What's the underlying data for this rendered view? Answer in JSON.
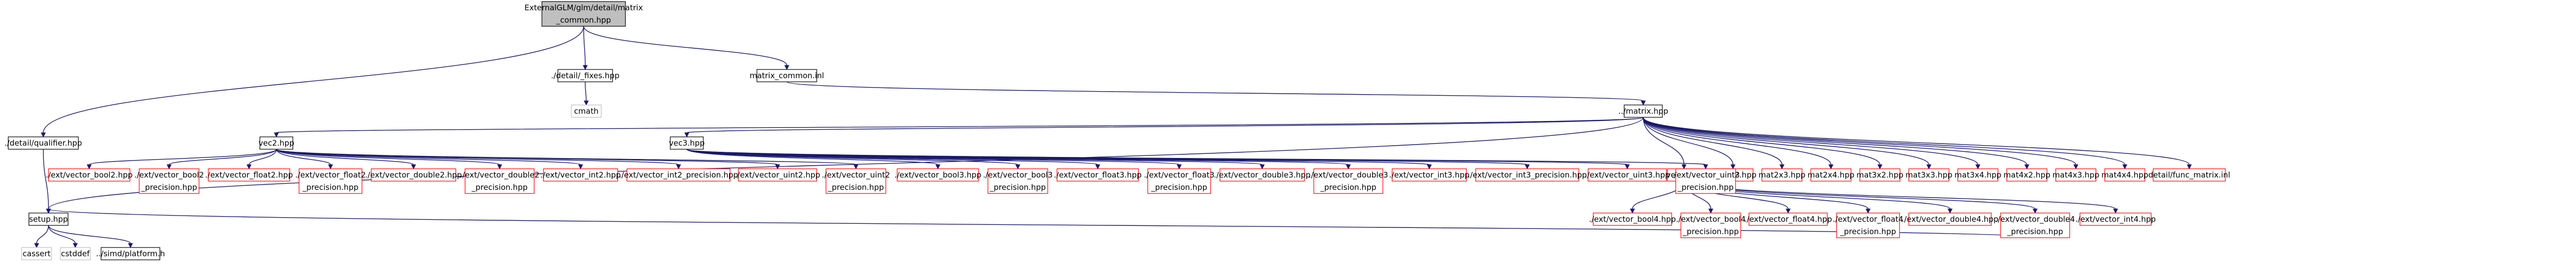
{
  "diagram": {
    "nodes": [
      {
        "id": "root",
        "lines": [
          "ExternalGLM/glm/detail/matrix",
          "_common.hpp"
        ],
        "style": "root"
      },
      {
        "id": "fixes",
        "lines": [
          "./detail/_fixes.hpp"
        ],
        "style": "black"
      },
      {
        "id": "cmath",
        "lines": [
          "cmath"
        ],
        "style": "grey"
      },
      {
        "id": "mcinl",
        "lines": [
          "matrix_common.inl"
        ],
        "style": "black"
      },
      {
        "id": "qualifier",
        "lines": [
          "./detail/qualifier.hpp"
        ],
        "style": "black"
      },
      {
        "id": "matrix",
        "lines": [
          "../matrix.hpp"
        ],
        "style": "black"
      },
      {
        "id": "setup",
        "lines": [
          "setup.hpp"
        ],
        "style": "black"
      },
      {
        "id": "cassert",
        "lines": [
          "cassert"
        ],
        "style": "grey"
      },
      {
        "id": "cstddef",
        "lines": [
          "cstddef"
        ],
        "style": "grey"
      },
      {
        "id": "platform",
        "lines": [
          "../simd/platform.h"
        ],
        "style": "black"
      },
      {
        "id": "vec2",
        "lines": [
          "vec2.hpp"
        ],
        "style": "black"
      },
      {
        "id": "vec3",
        "lines": [
          "vec3.hpp"
        ],
        "style": "black"
      },
      {
        "id": "vec4",
        "lines": [
          "vec4.hpp"
        ],
        "style": "red"
      },
      {
        "id": "m2x2",
        "lines": [
          "mat2x2.hpp"
        ],
        "style": "red"
      },
      {
        "id": "m2x3",
        "lines": [
          "mat2x3.hpp"
        ],
        "style": "red"
      },
      {
        "id": "m2x4",
        "lines": [
          "mat2x4.hpp"
        ],
        "style": "red"
      },
      {
        "id": "m3x2",
        "lines": [
          "mat3x2.hpp"
        ],
        "style": "red"
      },
      {
        "id": "m3x3",
        "lines": [
          "mat3x3.hpp"
        ],
        "style": "red"
      },
      {
        "id": "m3x4",
        "lines": [
          "mat3x4.hpp"
        ],
        "style": "red"
      },
      {
        "id": "m4x2",
        "lines": [
          "mat4x2.hpp"
        ],
        "style": "red"
      },
      {
        "id": "m4x3",
        "lines": [
          "mat4x3.hpp"
        ],
        "style": "red"
      },
      {
        "id": "m4x4",
        "lines": [
          "mat4x4.hpp"
        ],
        "style": "red"
      },
      {
        "id": "funcm",
        "lines": [
          "detail/func_matrix.inl"
        ],
        "style": "red"
      },
      {
        "id": "v2b2",
        "lines": [
          "./ext/vector_bool2.hpp"
        ],
        "style": "red"
      },
      {
        "id": "v2b2p",
        "lines": [
          "./ext/vector_bool2",
          "_precision.hpp"
        ],
        "style": "red"
      },
      {
        "id": "v2f2",
        "lines": [
          "./ext/vector_float2.hpp"
        ],
        "style": "red"
      },
      {
        "id": "v2f2p",
        "lines": [
          "./ext/vector_float2",
          "_precision.hpp"
        ],
        "style": "red"
      },
      {
        "id": "v2d2",
        "lines": [
          "./ext/vector_double2.hpp"
        ],
        "style": "red"
      },
      {
        "id": "v2d2p",
        "lines": [
          "./ext/vector_double2",
          "_precision.hpp"
        ],
        "style": "red"
      },
      {
        "id": "v2i2",
        "lines": [
          "./ext/vector_int2.hpp"
        ],
        "style": "red"
      },
      {
        "id": "v2i2p",
        "lines": [
          "./ext/vector_int2_precision.hpp"
        ],
        "style": "red"
      },
      {
        "id": "v2u2",
        "lines": [
          "./ext/vector_uint2.hpp"
        ],
        "style": "red"
      },
      {
        "id": "v2u2p",
        "lines": [
          "./ext/vector_uint2",
          "_precision.hpp"
        ],
        "style": "red"
      },
      {
        "id": "v3b3",
        "lines": [
          "./ext/vector_bool3.hpp"
        ],
        "style": "red"
      },
      {
        "id": "v3b3p",
        "lines": [
          "./ext/vector_bool3",
          "_precision.hpp"
        ],
        "style": "red"
      },
      {
        "id": "v3f3",
        "lines": [
          "./ext/vector_float3.hpp"
        ],
        "style": "red"
      },
      {
        "id": "v3f3p",
        "lines": [
          "./ext/vector_float3",
          "_precision.hpp"
        ],
        "style": "red"
      },
      {
        "id": "v3d3",
        "lines": [
          "./ext/vector_double3.hpp"
        ],
        "style": "red"
      },
      {
        "id": "v3d3p",
        "lines": [
          "./ext/vector_double3",
          "_precision.hpp"
        ],
        "style": "red"
      },
      {
        "id": "v3i3",
        "lines": [
          "./ext/vector_int3.hpp"
        ],
        "style": "red"
      },
      {
        "id": "v3i3p",
        "lines": [
          "./ext/vector_int3_precision.hpp"
        ],
        "style": "red"
      },
      {
        "id": "v3u3",
        "lines": [
          "./ext/vector_uint3.hpp"
        ],
        "style": "red"
      },
      {
        "id": "v3u3p",
        "lines": [
          "./ext/vector_uint3",
          "_precision.hpp"
        ],
        "style": "red"
      },
      {
        "id": "v4b4",
        "lines": [
          "./ext/vector_bool4.hpp"
        ],
        "style": "red"
      },
      {
        "id": "v4b4p",
        "lines": [
          "./ext/vector_bool4",
          "_precision.hpp"
        ],
        "style": "red"
      },
      {
        "id": "v4f4",
        "lines": [
          "./ext/vector_float4.hpp"
        ],
        "style": "red"
      },
      {
        "id": "v4f4p",
        "lines": [
          "./ext/vector_float4",
          "_precision.hpp"
        ],
        "style": "red"
      },
      {
        "id": "v4d4",
        "lines": [
          "./ext/vector_double4.hpp"
        ],
        "style": "red"
      },
      {
        "id": "v4d4p",
        "lines": [
          "./ext/vector_double4",
          "_precision.hpp"
        ],
        "style": "red"
      },
      {
        "id": "v4i4",
        "lines": [
          "./ext/vector_int4.hpp"
        ],
        "style": "red"
      }
    ],
    "edges": [
      [
        "root",
        "fixes"
      ],
      [
        "root",
        "mcinl"
      ],
      [
        "root",
        "qualifier"
      ],
      [
        "fixes",
        "cmath"
      ],
      [
        "mcinl",
        "matrix"
      ],
      [
        "qualifier",
        "setup"
      ],
      [
        "setup",
        "cassert"
      ],
      [
        "setup",
        "cstddef"
      ],
      [
        "setup",
        "platform"
      ],
      [
        "matrix",
        "setup"
      ],
      [
        "matrix",
        "vec2"
      ],
      [
        "matrix",
        "vec3"
      ],
      [
        "matrix",
        "vec4"
      ],
      [
        "matrix",
        "m2x2"
      ],
      [
        "matrix",
        "m2x3"
      ],
      [
        "matrix",
        "m2x4"
      ],
      [
        "matrix",
        "m3x2"
      ],
      [
        "matrix",
        "m3x3"
      ],
      [
        "matrix",
        "m3x4"
      ],
      [
        "matrix",
        "m4x2"
      ],
      [
        "matrix",
        "m4x3"
      ],
      [
        "matrix",
        "m4x4"
      ],
      [
        "matrix",
        "funcm"
      ],
      [
        "vec2",
        "v2b2"
      ],
      [
        "vec2",
        "v2b2p"
      ],
      [
        "vec2",
        "v2f2"
      ],
      [
        "vec2",
        "v2f2p"
      ],
      [
        "vec2",
        "v2d2"
      ],
      [
        "vec2",
        "v2d2p"
      ],
      [
        "vec2",
        "v2i2"
      ],
      [
        "vec2",
        "v2i2p"
      ],
      [
        "vec2",
        "v2u2"
      ],
      [
        "vec2",
        "v2u2p"
      ],
      [
        "vec3",
        "v3b3"
      ],
      [
        "vec3",
        "v3b3p"
      ],
      [
        "vec3",
        "v3f3"
      ],
      [
        "vec3",
        "v3f3p"
      ],
      [
        "vec3",
        "v3d3"
      ],
      [
        "vec3",
        "v3d3p"
      ],
      [
        "vec3",
        "v3i3"
      ],
      [
        "vec3",
        "v3i3p"
      ],
      [
        "vec3",
        "v3u3"
      ],
      [
        "vec3",
        "v3u3p"
      ],
      [
        "vec4",
        "v4b4"
      ],
      [
        "vec4",
        "v4b4p"
      ],
      [
        "vec4",
        "v4f4"
      ],
      [
        "vec4",
        "v4f4p"
      ],
      [
        "vec4",
        "v4d4"
      ],
      [
        "vec4",
        "v4d4p"
      ],
      [
        "vec4",
        "v4i4"
      ],
      [
        "v4d4p",
        "setup"
      ]
    ]
  },
  "colors": {
    "edge": "#191970",
    "root_fill": "#bfbfbf",
    "black_stroke": "#000000",
    "red_stroke": "#ff0000",
    "grey_stroke": "#bfbfbf",
    "background": "#ffffff"
  }
}
